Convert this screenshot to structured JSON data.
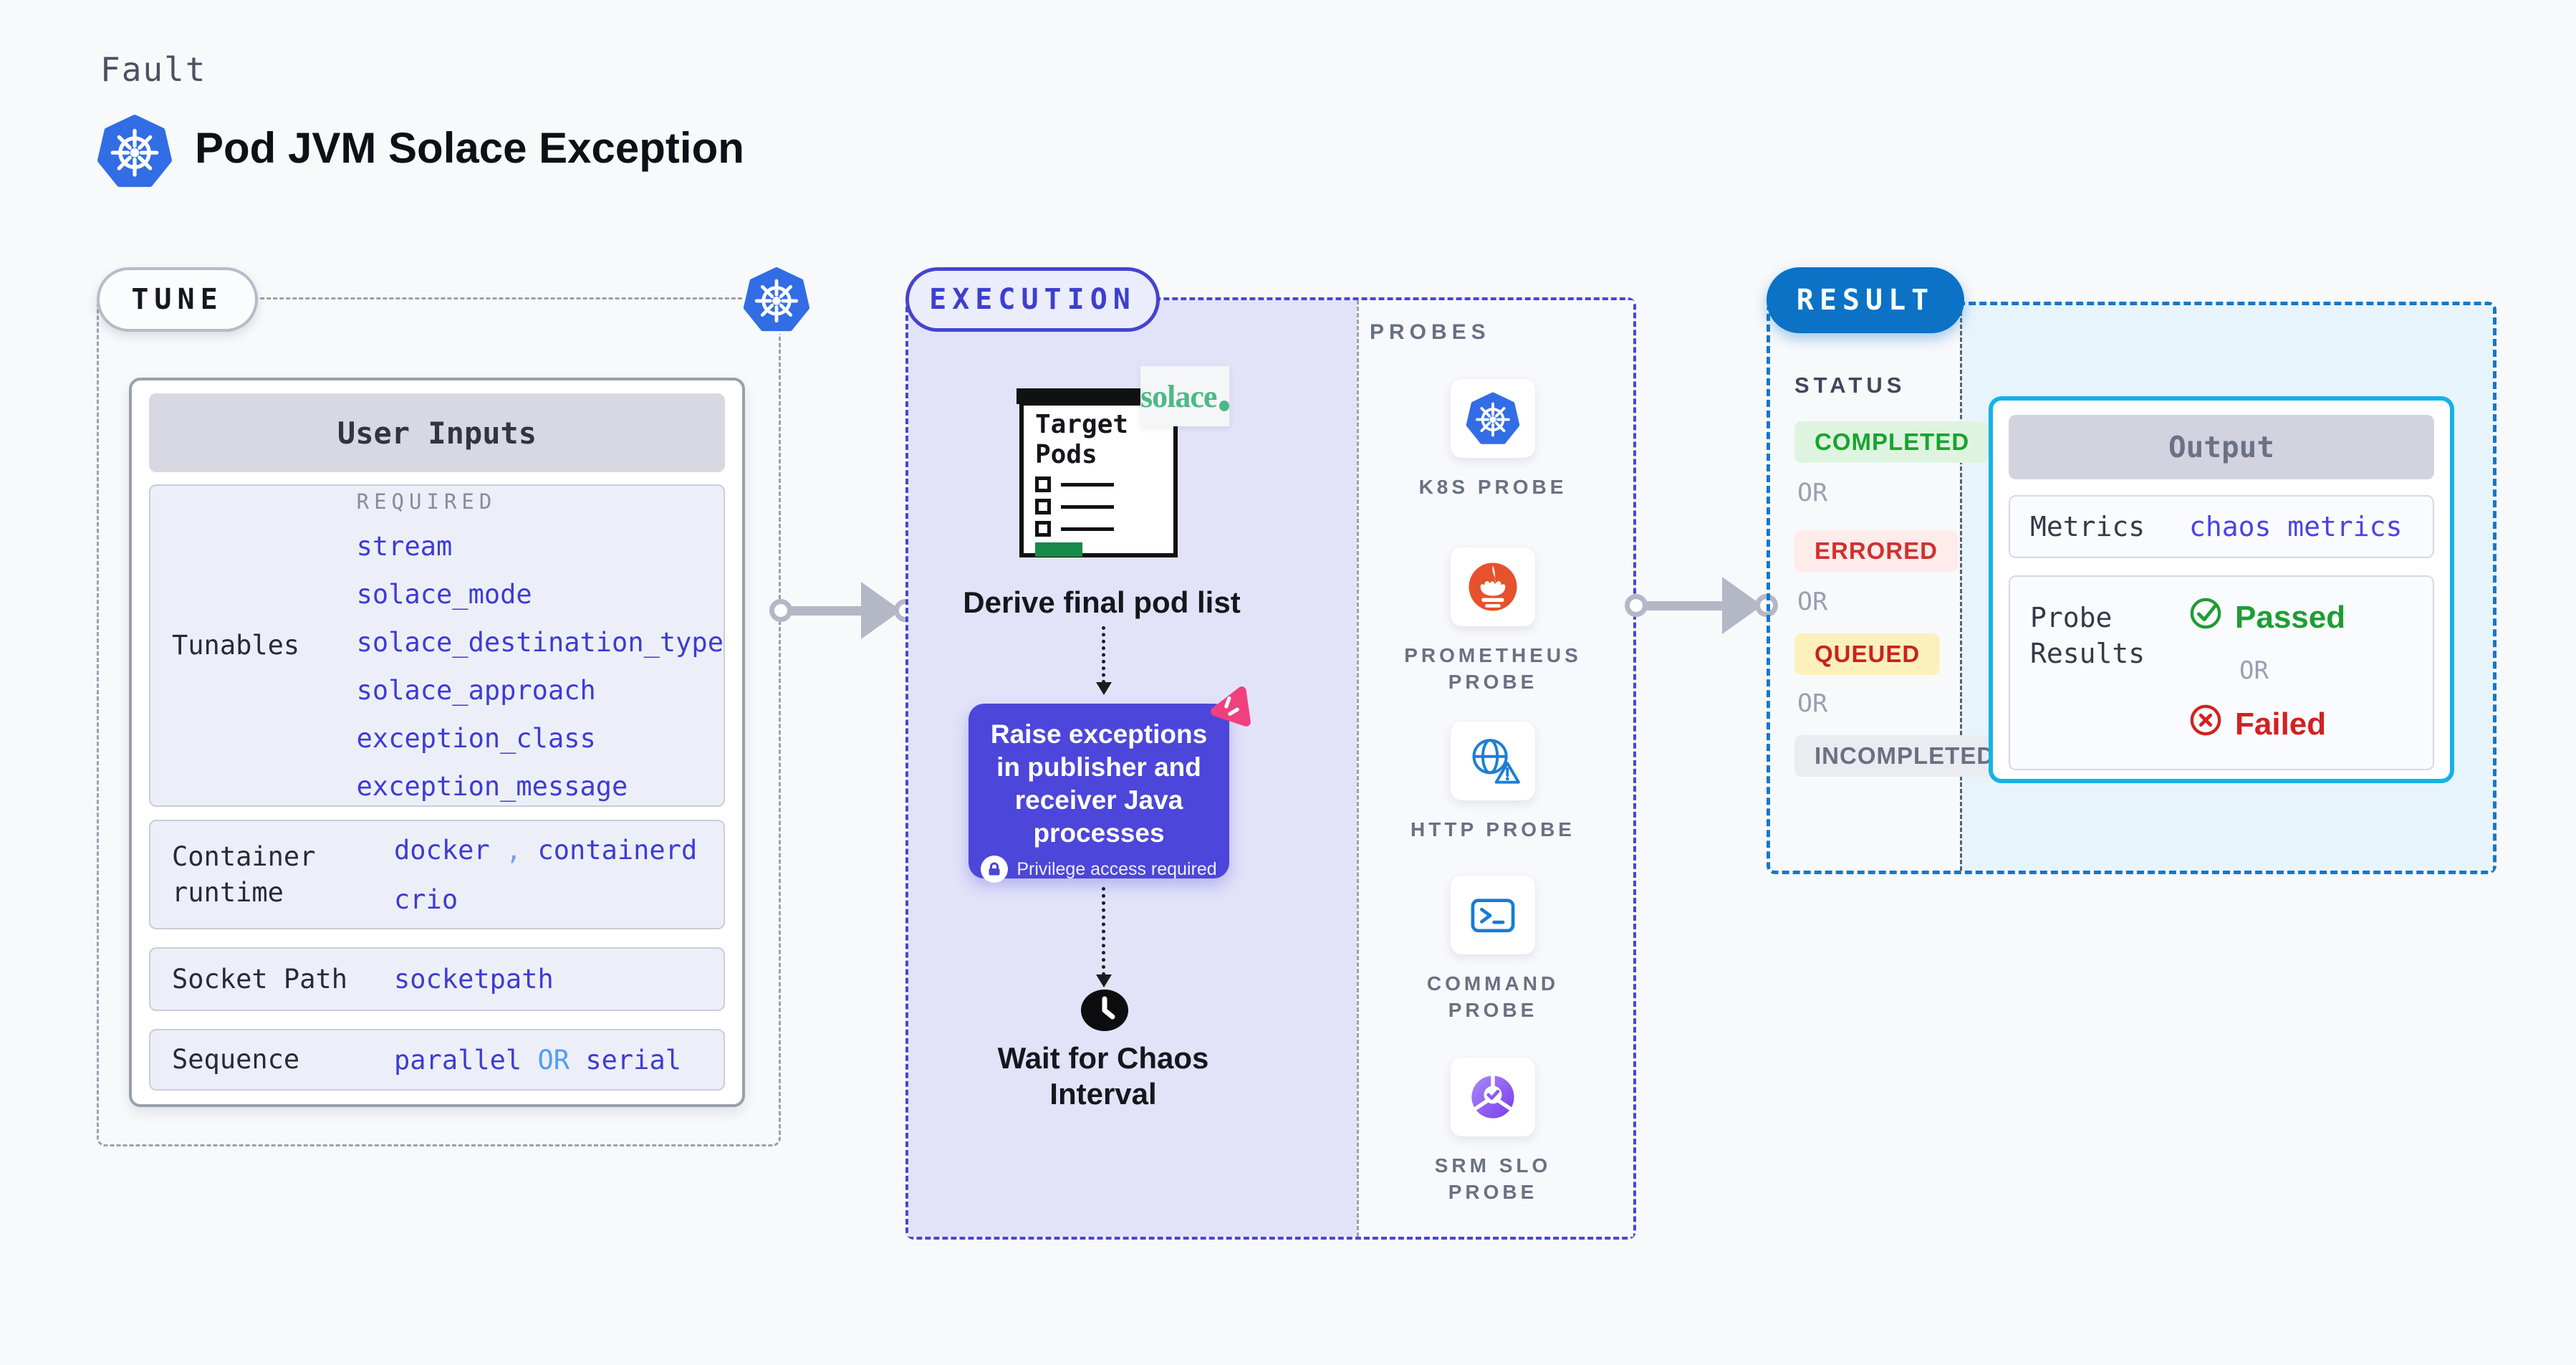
{
  "page": {
    "kicker": "Fault",
    "title": "Pod JVM Solace Exception"
  },
  "colors": {
    "kubernetes_blue": "#326de6",
    "execution_indigo": "#4544cf",
    "action_purple": "#4c46da",
    "result_blue": "#0b72c6",
    "output_cyan": "#14b2e8",
    "solace_green": "#4db987",
    "prometheus_orange": "#e6522c",
    "litmus_pink": "#f1407e",
    "value_indigo": "#3c3cd6",
    "value_azure": "#4f9df6"
  },
  "tune": {
    "badge": "TUNE",
    "header": "User Inputs",
    "tunables_label": "Tunables",
    "required_label": "REQUIRED",
    "tunable_items": [
      "stream",
      "solace_mode",
      "solace_destination_type",
      "solace_approach",
      "exception_class",
      "exception_message"
    ],
    "container_runtime": {
      "label": [
        "Container",
        "runtime"
      ],
      "v1": "docker",
      "sep": ",",
      "v2": "containerd",
      "v3": "crio"
    },
    "socket_path": {
      "label": "Socket Path",
      "value": "socketpath"
    },
    "sequence": {
      "label": "Sequence",
      "v1": "parallel",
      "or": "OR",
      "v2": "serial"
    }
  },
  "execution": {
    "badge": "EXECUTION",
    "solace_logo": "solace",
    "clipboard_title": [
      "Target",
      "Pods"
    ],
    "derive_label": "Derive final pod list",
    "action_text": [
      "Raise exceptions",
      "in publisher and",
      "receiver Java",
      "processes"
    ],
    "privilege_note": "Privilege access required",
    "wait_label": [
      "Wait for Chaos",
      "Interval"
    ],
    "probes_title": "PROBES",
    "probes": [
      {
        "icon": "kubernetes-icon",
        "label": "K8S PROBE"
      },
      {
        "icon": "prometheus-icon",
        "label": "PROMETHEUS PROBE"
      },
      {
        "icon": "globe-warning-icon",
        "label": "HTTP PROBE"
      },
      {
        "icon": "terminal-icon",
        "label": "COMMAND PROBE"
      },
      {
        "icon": "slo-gauge-icon",
        "label": "SRM SLO PROBE"
      }
    ]
  },
  "result": {
    "badge": "RESULT",
    "status_title": "STATUS",
    "or_label": "OR",
    "statuses": [
      {
        "label": "COMPLETED",
        "fg": "#17a52e",
        "bg": "#def4e0"
      },
      {
        "label": "ERRORED",
        "fg": "#d23030",
        "bg": "#fdecea"
      },
      {
        "label": "QUEUED",
        "fg": "#cb2121",
        "bg": "#fcf1bd"
      },
      {
        "label": "INCOMPLETED",
        "fg": "#6a7081",
        "bg": "#eaecf2"
      }
    ],
    "output": {
      "header": "Output",
      "metrics_label": "Metrics",
      "metrics_value": "chaos metrics",
      "probe_results_label": [
        "Probe",
        "Results"
      ],
      "passed": "Passed",
      "failed": "Failed"
    }
  }
}
